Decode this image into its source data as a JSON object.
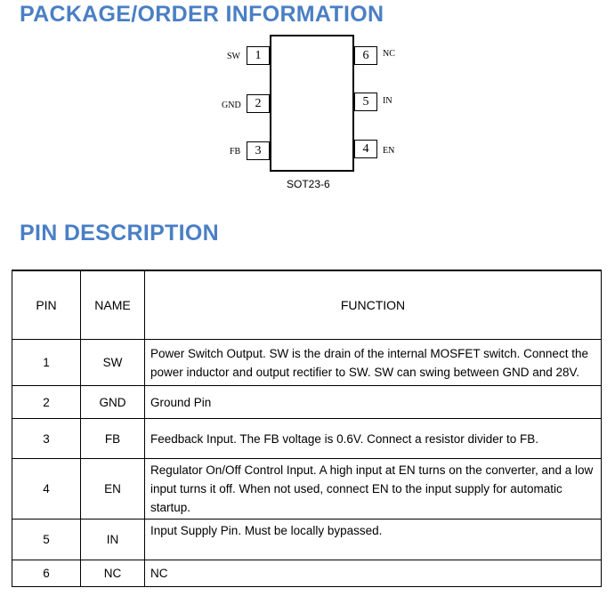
{
  "headings": {
    "package": "PACKAGE/ORDER INFORMATION",
    "pin_description": "PIN DESCRIPTION"
  },
  "package": {
    "name": "SOT23-6",
    "left_pins": [
      {
        "number": "1",
        "label": "SW"
      },
      {
        "number": "2",
        "label": "GND"
      },
      {
        "number": "3",
        "label": "FB"
      }
    ],
    "right_pins": [
      {
        "number": "6",
        "label": "NC"
      },
      {
        "number": "5",
        "label": "IN"
      },
      {
        "number": "4",
        "label": "EN"
      }
    ]
  },
  "table": {
    "headers": {
      "pin": "PIN",
      "name": "NAME",
      "function": "FUNCTION"
    },
    "rows": [
      {
        "pin": "1",
        "name": "SW",
        "function": "Power Switch Output. SW is the drain of the internal MOSFET switch. Connect the power inductor and output rectifier to SW. SW can swing between GND and 28V."
      },
      {
        "pin": "2",
        "name": "GND",
        "function": "Ground Pin"
      },
      {
        "pin": "3",
        "name": "FB",
        "function": "Feedback Input. The FB voltage is 0.6V. Connect a resistor divider to FB."
      },
      {
        "pin": "4",
        "name": "EN",
        "function": "Regulator On/Off Control Input. A high input at EN turns on the converter, and a low input turns it off. When not used, connect EN to the input supply for automatic startup."
      },
      {
        "pin": "5",
        "name": "IN",
        "function": "Input Supply Pin. Must be locally bypassed."
      },
      {
        "pin": "6",
        "name": "NC",
        "function": "NC"
      }
    ]
  },
  "colors": {
    "heading": "#4a7fc4"
  }
}
